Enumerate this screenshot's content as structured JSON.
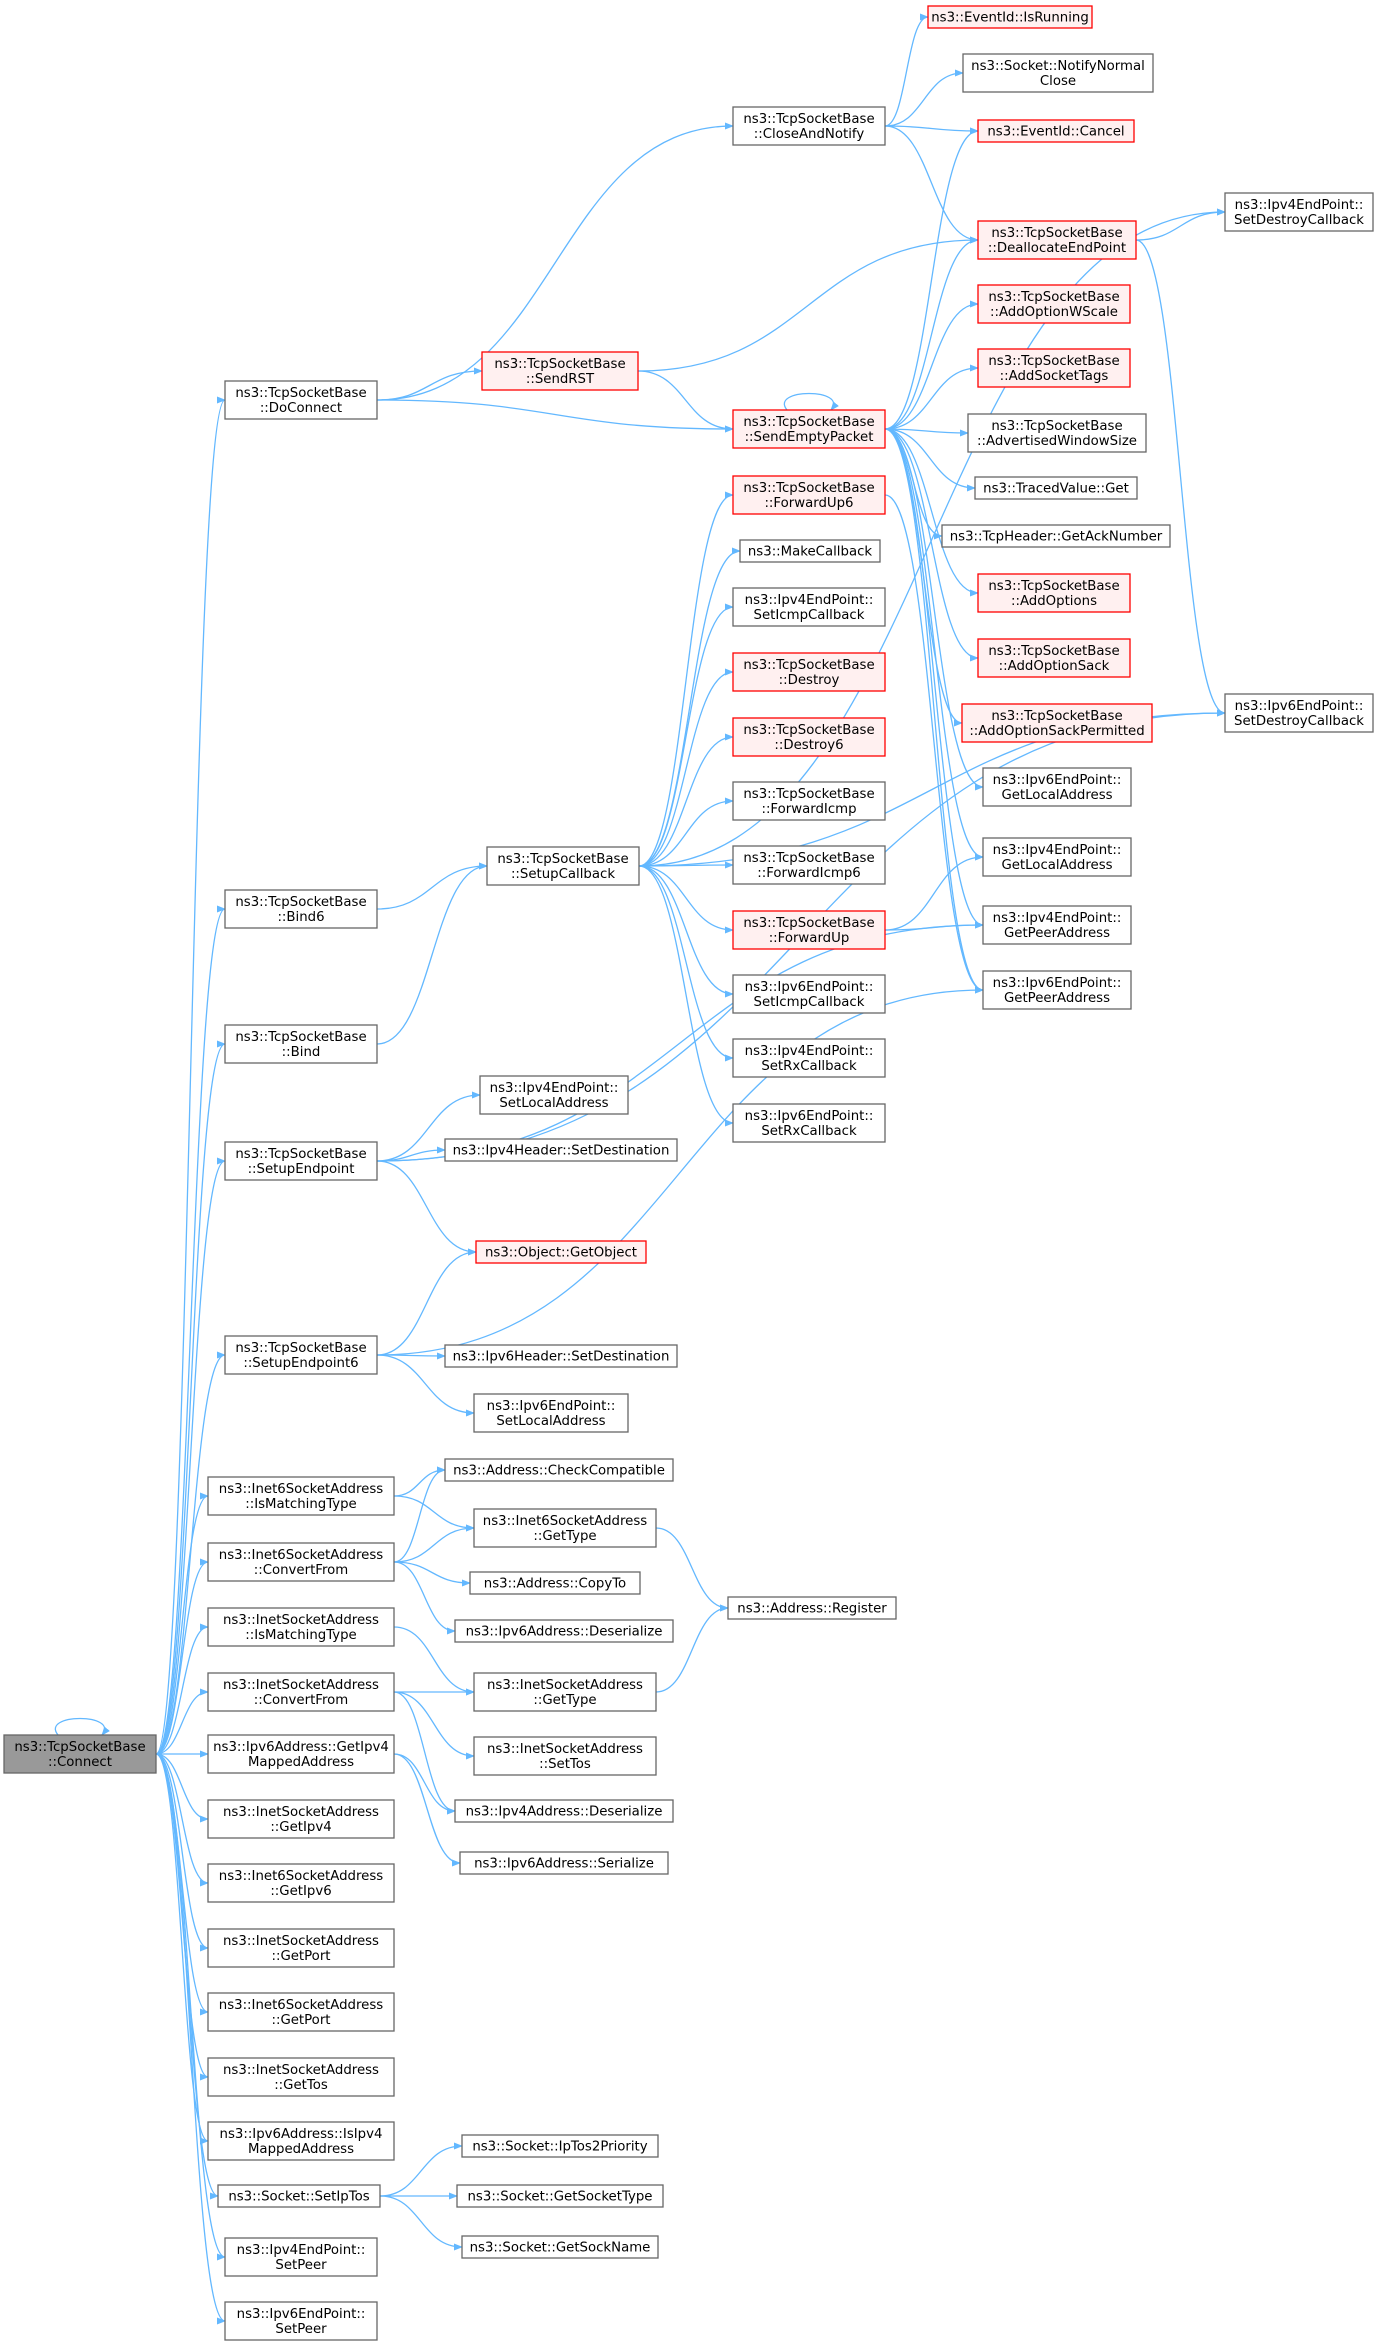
{
  "colors": {
    "edge": "#63b8ff",
    "node_border": "#666666",
    "node_border_red": "#ff0000",
    "node_fill": "#ffffff",
    "node_fill_red": "#fff0f0",
    "root_fill": "#999999",
    "text": "#000000",
    "background": "#ffffff"
  },
  "nodes": {
    "connect": {
      "lines": [
        "ns3::TcpSocketBase",
        "::Connect"
      ],
      "style": "root"
    },
    "doconnect": {
      "lines": [
        "ns3::TcpSocketBase",
        "::DoConnect"
      ],
      "style": "normal"
    },
    "bind6": {
      "lines": [
        "ns3::TcpSocketBase",
        "::Bind6"
      ],
      "style": "normal"
    },
    "bind": {
      "lines": [
        "ns3::TcpSocketBase",
        "::Bind"
      ],
      "style": "normal"
    },
    "setupendpoint": {
      "lines": [
        "ns3::TcpSocketBase",
        "::SetupEndpoint"
      ],
      "style": "normal"
    },
    "setupendpoint6": {
      "lines": [
        "ns3::TcpSocketBase",
        "::SetupEndpoint6"
      ],
      "style": "normal"
    },
    "inet6_ismatching": {
      "lines": [
        "ns3::Inet6SocketAddress",
        "::IsMatchingType"
      ],
      "style": "normal"
    },
    "inet6_convertfrom": {
      "lines": [
        "ns3::Inet6SocketAddress",
        "::ConvertFrom"
      ],
      "style": "normal"
    },
    "inet_ismatching": {
      "lines": [
        "ns3::InetSocketAddress",
        "::IsMatchingType"
      ],
      "style": "normal"
    },
    "inet_convertfrom": {
      "lines": [
        "ns3::InetSocketAddress",
        "::ConvertFrom"
      ],
      "style": "normal"
    },
    "ipv6_getipv4mapped": {
      "lines": [
        "ns3::Ipv6Address::GetIpv4",
        "MappedAddress"
      ],
      "style": "normal"
    },
    "inet_getipv4": {
      "lines": [
        "ns3::InetSocketAddress",
        "::GetIpv4"
      ],
      "style": "normal"
    },
    "inet6_getipv6": {
      "lines": [
        "ns3::Inet6SocketAddress",
        "::GetIpv6"
      ],
      "style": "normal"
    },
    "inet_getport": {
      "lines": [
        "ns3::InetSocketAddress",
        "::GetPort"
      ],
      "style": "normal"
    },
    "inet6_getport": {
      "lines": [
        "ns3::Inet6SocketAddress",
        "::GetPort"
      ],
      "style": "normal"
    },
    "inet_gettos": {
      "lines": [
        "ns3::InetSocketAddress",
        "::GetTos"
      ],
      "style": "normal"
    },
    "ipv6_isipv4mapped": {
      "lines": [
        "ns3::Ipv6Address::IsIpv4",
        "MappedAddress"
      ],
      "style": "normal"
    },
    "socket_setiptos": {
      "lines": [
        "ns3::Socket::SetIpTos"
      ],
      "style": "normal"
    },
    "ipv4ep_setpeer": {
      "lines": [
        "ns3::Ipv4EndPoint::",
        "SetPeer"
      ],
      "style": "normal"
    },
    "ipv6ep_setpeer": {
      "lines": [
        "ns3::Ipv6EndPoint::",
        "SetPeer"
      ],
      "style": "normal"
    },
    "sendrst": {
      "lines": [
        "ns3::TcpSocketBase",
        "::SendRST"
      ],
      "style": "red"
    },
    "closeandnotify": {
      "lines": [
        "ns3::TcpSocketBase",
        "::CloseAndNotify"
      ],
      "style": "normal"
    },
    "setupcallback": {
      "lines": [
        "ns3::TcpSocketBase",
        "::SetupCallback"
      ],
      "style": "normal"
    },
    "ipv4ep_setlocal": {
      "lines": [
        "ns3::Ipv4EndPoint::",
        "SetLocalAddress"
      ],
      "style": "normal"
    },
    "ipv4hdr_setdest": {
      "lines": [
        "ns3::Ipv4Header::SetDestination"
      ],
      "style": "normal"
    },
    "object_getobject": {
      "lines": [
        "ns3::Object::GetObject"
      ],
      "style": "red"
    },
    "ipv6hdr_setdest": {
      "lines": [
        "ns3::Ipv6Header::SetDestination"
      ],
      "style": "normal"
    },
    "ipv6ep_setlocal": {
      "lines": [
        "ns3::Ipv6EndPoint::",
        "SetLocalAddress"
      ],
      "style": "normal"
    },
    "addr_checkcompat": {
      "lines": [
        "ns3::Address::CheckCompatible"
      ],
      "style": "normal"
    },
    "inet6_gettype": {
      "lines": [
        "ns3::Inet6SocketAddress",
        "::GetType"
      ],
      "style": "normal"
    },
    "addr_copyto": {
      "lines": [
        "ns3::Address::CopyTo"
      ],
      "style": "normal"
    },
    "ipv6addr_deserialize": {
      "lines": [
        "ns3::Ipv6Address::Deserialize"
      ],
      "style": "normal"
    },
    "inet_gettype": {
      "lines": [
        "ns3::InetSocketAddress",
        "::GetType"
      ],
      "style": "normal"
    },
    "inet_settos": {
      "lines": [
        "ns3::InetSocketAddress",
        "::SetTos"
      ],
      "style": "normal"
    },
    "ipv4addr_deserialize": {
      "lines": [
        "ns3::Ipv4Address::Deserialize"
      ],
      "style": "normal"
    },
    "ipv6addr_serialize": {
      "lines": [
        "ns3::Ipv6Address::Serialize"
      ],
      "style": "normal"
    },
    "socket_iptos2prio": {
      "lines": [
        "ns3::Socket::IpTos2Priority"
      ],
      "style": "normal"
    },
    "socket_getsockettype": {
      "lines": [
        "ns3::Socket::GetSocketType"
      ],
      "style": "normal"
    },
    "socket_getsockname": {
      "lines": [
        "ns3::Socket::GetSockName"
      ],
      "style": "normal"
    },
    "addr_register": {
      "lines": [
        "ns3::Address::Register"
      ],
      "style": "normal"
    },
    "sendemptypacket": {
      "lines": [
        "ns3::TcpSocketBase",
        "::SendEmptyPacket"
      ],
      "style": "red"
    },
    "forwardup6": {
      "lines": [
        "ns3::TcpSocketBase",
        "::ForwardUp6"
      ],
      "style": "red"
    },
    "makecallback": {
      "lines": [
        "ns3::MakeCallback"
      ],
      "style": "normal"
    },
    "ipv4ep_seticmp": {
      "lines": [
        "ns3::Ipv4EndPoint::",
        "SetIcmpCallback"
      ],
      "style": "normal"
    },
    "destroy": {
      "lines": [
        "ns3::TcpSocketBase",
        "::Destroy"
      ],
      "style": "red"
    },
    "destroy6": {
      "lines": [
        "ns3::TcpSocketBase",
        "::Destroy6"
      ],
      "style": "red"
    },
    "forwardicmp": {
      "lines": [
        "ns3::TcpSocketBase",
        "::ForwardIcmp"
      ],
      "style": "normal"
    },
    "forwardicmp6": {
      "lines": [
        "ns3::TcpSocketBase",
        "::ForwardIcmp6"
      ],
      "style": "normal"
    },
    "forwardup": {
      "lines": [
        "ns3::TcpSocketBase",
        "::ForwardUp"
      ],
      "style": "red"
    },
    "ipv6ep_seticmp": {
      "lines": [
        "ns3::Ipv6EndPoint::",
        "SetIcmpCallback"
      ],
      "style": "normal"
    },
    "ipv4ep_setrx": {
      "lines": [
        "ns3::Ipv4EndPoint::",
        "SetRxCallback"
      ],
      "style": "normal"
    },
    "ipv6ep_setrx": {
      "lines": [
        "ns3::Ipv6EndPoint::",
        "SetRxCallback"
      ],
      "style": "normal"
    },
    "eventid_isrunning": {
      "lines": [
        "ns3::EventId::IsRunning"
      ],
      "style": "red"
    },
    "socket_notifynormalclose": {
      "lines": [
        "ns3::Socket::NotifyNormal",
        "Close"
      ],
      "style": "normal"
    },
    "eventid_cancel": {
      "lines": [
        "ns3::EventId::Cancel"
      ],
      "style": "red"
    },
    "deallocateendpoint": {
      "lines": [
        "ns3::TcpSocketBase",
        "::DeallocateEndPoint"
      ],
      "style": "red"
    },
    "addoptionwscale": {
      "lines": [
        "ns3::TcpSocketBase",
        "::AddOptionWScale"
      ],
      "style": "red"
    },
    "addsockettags": {
      "lines": [
        "ns3::TcpSocketBase",
        "::AddSocketTags"
      ],
      "style": "red"
    },
    "advertisedwindowsize": {
      "lines": [
        "ns3::TcpSocketBase",
        "::AdvertisedWindowSize"
      ],
      "style": "normal"
    },
    "tracedvalue_get": {
      "lines": [
        "ns3::TracedValue::Get"
      ],
      "style": "normal"
    },
    "tcpheader_getack": {
      "lines": [
        "ns3::TcpHeader::GetAckNumber"
      ],
      "style": "normal"
    },
    "addoptions": {
      "lines": [
        "ns3::TcpSocketBase",
        "::AddOptions"
      ],
      "style": "red"
    },
    "addoptionsack": {
      "lines": [
        "ns3::TcpSocketBase",
        "::AddOptionSack"
      ],
      "style": "red"
    },
    "addoptionsackpermitted": {
      "lines": [
        "ns3::TcpSocketBase",
        "::AddOptionSackPermitted"
      ],
      "style": "red"
    },
    "ipv6ep_getlocal": {
      "lines": [
        "ns3::Ipv6EndPoint::",
        "GetLocalAddress"
      ],
      "style": "normal"
    },
    "ipv4ep_getlocal": {
      "lines": [
        "ns3::Ipv4EndPoint::",
        "GetLocalAddress"
      ],
      "style": "normal"
    },
    "ipv4ep_getpeer": {
      "lines": [
        "ns3::Ipv4EndPoint::",
        "GetPeerAddress"
      ],
      "style": "normal"
    },
    "ipv6ep_getpeer": {
      "lines": [
        "ns3::Ipv6EndPoint::",
        "GetPeerAddress"
      ],
      "style": "normal"
    },
    "ipv4ep_setdestroy": {
      "lines": [
        "ns3::Ipv4EndPoint::",
        "SetDestroyCallback"
      ],
      "style": "normal"
    },
    "ipv6ep_setdestroy": {
      "lines": [
        "ns3::Ipv6EndPoint::",
        "SetDestroyCallback"
      ],
      "style": "normal"
    }
  },
  "edges": [
    [
      "connect",
      "connect"
    ],
    [
      "connect",
      "doconnect"
    ],
    [
      "connect",
      "bind6"
    ],
    [
      "connect",
      "bind"
    ],
    [
      "connect",
      "setupendpoint"
    ],
    [
      "connect",
      "setupendpoint6"
    ],
    [
      "connect",
      "inet6_ismatching"
    ],
    [
      "connect",
      "inet6_convertfrom"
    ],
    [
      "connect",
      "inet_ismatching"
    ],
    [
      "connect",
      "inet_convertfrom"
    ],
    [
      "connect",
      "ipv6_getipv4mapped"
    ],
    [
      "connect",
      "inet_getipv4"
    ],
    [
      "connect",
      "inet6_getipv6"
    ],
    [
      "connect",
      "inet_getport"
    ],
    [
      "connect",
      "inet6_getport"
    ],
    [
      "connect",
      "inet_gettos"
    ],
    [
      "connect",
      "ipv6_isipv4mapped"
    ],
    [
      "connect",
      "socket_setiptos"
    ],
    [
      "connect",
      "ipv4ep_setpeer"
    ],
    [
      "connect",
      "ipv6ep_setpeer"
    ],
    [
      "doconnect",
      "closeandnotify"
    ],
    [
      "doconnect",
      "sendrst"
    ],
    [
      "doconnect",
      "sendemptypacket"
    ],
    [
      "bind6",
      "setupcallback"
    ],
    [
      "bind",
      "setupcallback"
    ],
    [
      "setupendpoint",
      "ipv4ep_setlocal"
    ],
    [
      "setupendpoint",
      "ipv4hdr_setdest"
    ],
    [
      "setupendpoint",
      "object_getobject"
    ],
    [
      "setupendpoint",
      "ipv4ep_getpeer"
    ],
    [
      "setupendpoint",
      "ipv6ep_setdestroy"
    ],
    [
      "setupendpoint6",
      "object_getobject"
    ],
    [
      "setupendpoint6",
      "ipv6hdr_setdest"
    ],
    [
      "setupendpoint6",
      "ipv6ep_setlocal"
    ],
    [
      "setupendpoint6",
      "ipv6ep_getpeer"
    ],
    [
      "inet6_ismatching",
      "addr_checkcompat"
    ],
    [
      "inet6_ismatching",
      "inet6_gettype"
    ],
    [
      "inet6_convertfrom",
      "addr_checkcompat"
    ],
    [
      "inet6_convertfrom",
      "inet6_gettype"
    ],
    [
      "inet6_convertfrom",
      "addr_copyto"
    ],
    [
      "inet6_convertfrom",
      "ipv6addr_deserialize"
    ],
    [
      "inet_ismatching",
      "inet_gettype"
    ],
    [
      "inet_convertfrom",
      "inet_gettype"
    ],
    [
      "inet_convertfrom",
      "inet_settos"
    ],
    [
      "inet_convertfrom",
      "ipv4addr_deserialize"
    ],
    [
      "ipv6_getipv4mapped",
      "ipv4addr_deserialize"
    ],
    [
      "ipv6_getipv4mapped",
      "ipv6addr_serialize"
    ],
    [
      "socket_setiptos",
      "socket_iptos2prio"
    ],
    [
      "socket_setiptos",
      "socket_getsockettype"
    ],
    [
      "socket_setiptos",
      "socket_getsockname"
    ],
    [
      "inet6_gettype",
      "addr_register"
    ],
    [
      "inet_gettype",
      "addr_register"
    ],
    [
      "sendrst",
      "sendemptypacket"
    ],
    [
      "sendrst",
      "deallocateendpoint"
    ],
    [
      "closeandnotify",
      "eventid_isrunning"
    ],
    [
      "closeandnotify",
      "socket_notifynormalclose"
    ],
    [
      "closeandnotify",
      "eventid_cancel"
    ],
    [
      "closeandnotify",
      "deallocateendpoint"
    ],
    [
      "setupcallback",
      "forwardup6"
    ],
    [
      "setupcallback",
      "makecallback"
    ],
    [
      "setupcallback",
      "ipv4ep_seticmp"
    ],
    [
      "setupcallback",
      "destroy"
    ],
    [
      "setupcallback",
      "destroy6"
    ],
    [
      "setupcallback",
      "forwardicmp"
    ],
    [
      "setupcallback",
      "forwardicmp6"
    ],
    [
      "setupcallback",
      "forwardup"
    ],
    [
      "setupcallback",
      "ipv6ep_seticmp"
    ],
    [
      "setupcallback",
      "ipv4ep_setrx"
    ],
    [
      "setupcallback",
      "ipv6ep_setrx"
    ],
    [
      "setupcallback",
      "ipv4ep_setdestroy"
    ],
    [
      "setupcallback",
      "ipv6ep_setdestroy"
    ],
    [
      "sendemptypacket",
      "sendemptypacket"
    ],
    [
      "sendemptypacket",
      "eventid_cancel"
    ],
    [
      "sendemptypacket",
      "deallocateendpoint"
    ],
    [
      "sendemptypacket",
      "addoptionwscale"
    ],
    [
      "sendemptypacket",
      "addsockettags"
    ],
    [
      "sendemptypacket",
      "advertisedwindowsize"
    ],
    [
      "sendemptypacket",
      "tracedvalue_get"
    ],
    [
      "sendemptypacket",
      "tcpheader_getack"
    ],
    [
      "sendemptypacket",
      "addoptions"
    ],
    [
      "sendemptypacket",
      "addoptionsack"
    ],
    [
      "sendemptypacket",
      "addoptionsackpermitted"
    ],
    [
      "sendemptypacket",
      "ipv6ep_getlocal"
    ],
    [
      "sendemptypacket",
      "ipv4ep_getlocal"
    ],
    [
      "sendemptypacket",
      "ipv4ep_getpeer"
    ],
    [
      "sendemptypacket",
      "ipv6ep_getpeer"
    ],
    [
      "forwardup6",
      "ipv6ep_getpeer"
    ],
    [
      "forwardup",
      "ipv4ep_getlocal"
    ],
    [
      "forwardup",
      "ipv4ep_getpeer"
    ],
    [
      "deallocateendpoint",
      "ipv4ep_setdestroy"
    ],
    [
      "deallocateendpoint",
      "ipv6ep_setdestroy"
    ]
  ]
}
